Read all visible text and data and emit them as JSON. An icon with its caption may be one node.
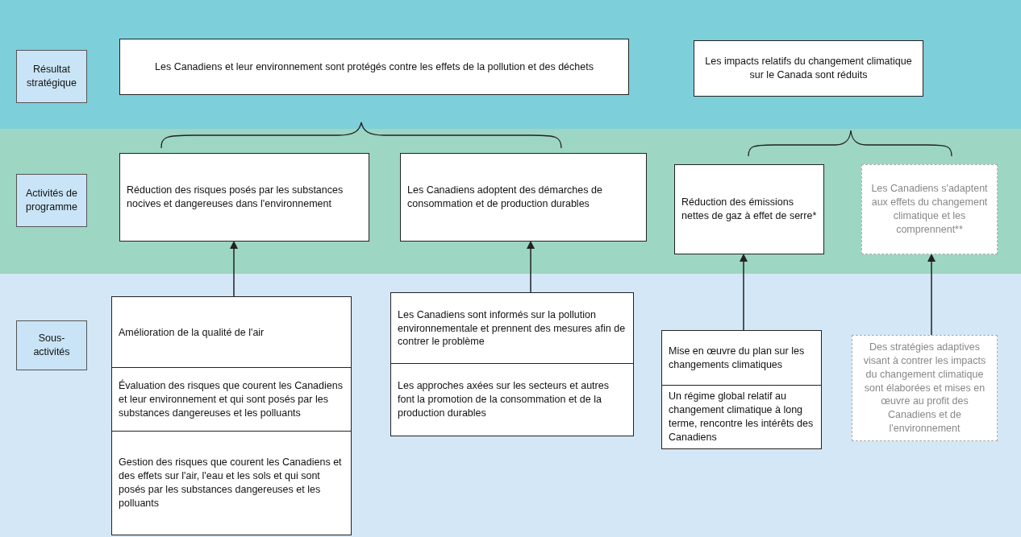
{
  "diagram": {
    "nodes": [
      {
        "text": [
          "Résultat stratégique"
        ]
      },
      {
        "text": [
          "Les Canadiens et leur environnement sont protégés contre les effets de la pollution et des déchets"
        ]
      },
      {
        "text": [
          "Les impacts relatifs du changement climatique sur le Canada sont réduits"
        ]
      },
      {
        "text": [
          "Activités de programme"
        ]
      },
      {
        "text": [
          "Réduction des risques posés par les substances nocives et dangereuses dans l'environnement"
        ]
      },
      {
        "text": [
          "Les Canadiens adoptent des démarches de consommation et de production durables"
        ]
      },
      {
        "text": [
          "Réduction des émissions nettes de gaz à effet de serre*"
        ]
      },
      {
        "text": [
          "Les Canadiens s'adaptent aux effets du changement climatique et les comprennent**"
        ]
      },
      {
        "text": [
          "Sous-activités"
        ]
      },
      {
        "text": [
          "Amélioration de la qualité de l'air"
        ]
      },
      {
        "text": [
          "Évaluation des risques que courent les Canadiens et leur environnement et qui sont posés par les substances dangereuses et les polluants"
        ]
      },
      {
        "text": [
          "Gestion des risques que courent les Canadiens et des effets sur l'air, l'eau et les sols et qui sont posés par les substances dangereuses et les polluants"
        ]
      },
      {
        "text": [
          "Les Canadiens sont informés sur la pollution environnementale et prennent des mesures afin de contrer le problème"
        ]
      },
      {
        "text": [
          "Les approches axées sur les secteurs et autres font la promotion de la consommation et de la production durables"
        ]
      },
      {
        "text": [
          "Mise en œuvre du plan sur les changements climatiques"
        ]
      },
      {
        "text": [
          "Un régime global relatif au changement climatique à long terme, rencontre les intérêts des Canadiens"
        ]
      },
      {
        "text": [
          "Des stratégies adaptives visant à contrer les impacts du changement climatique sont élaborées et mises en œuvre au profit des Canadiens et de l'environnement"
        ]
      }
    ],
    "edges": [
      {
        "from": 9,
        "to": 4,
        "arrow": "to"
      },
      {
        "from": 12,
        "to": 5,
        "arrow": "to"
      },
      {
        "from": 14,
        "to": 6,
        "arrow": "to"
      },
      {
        "from": 16,
        "to": 7,
        "arrow": "to"
      }
    ]
  }
}
